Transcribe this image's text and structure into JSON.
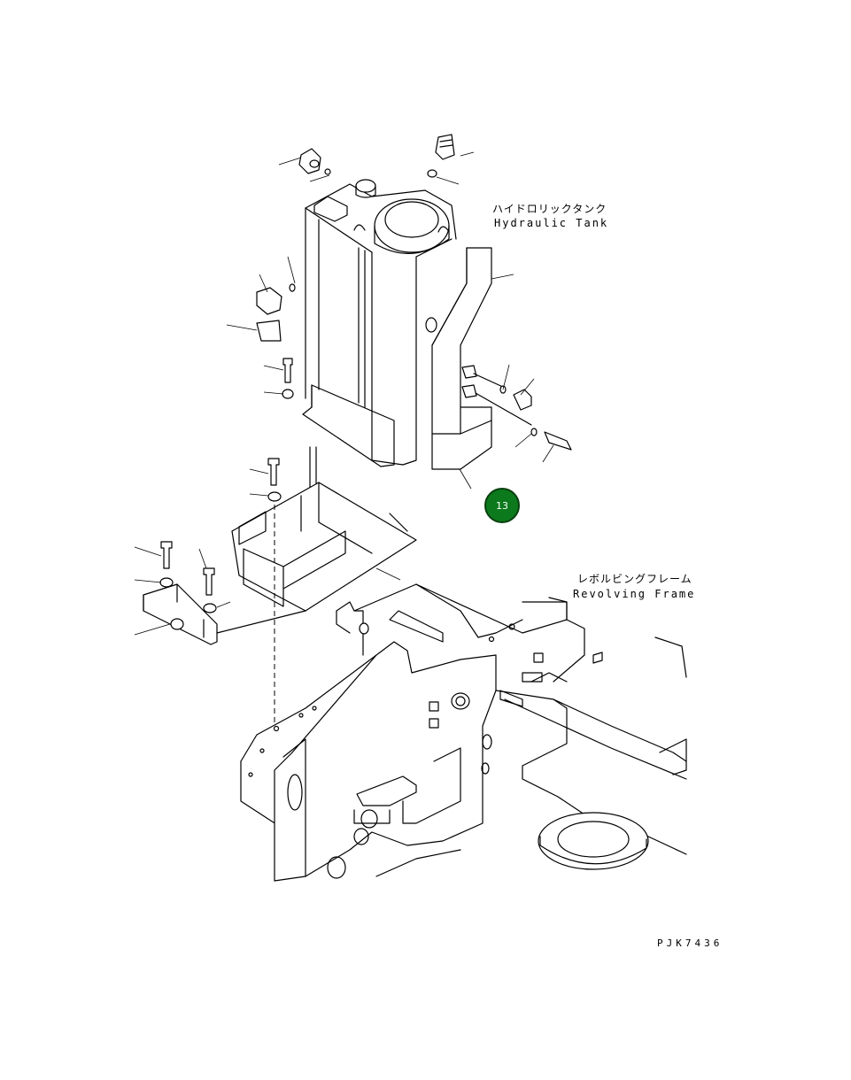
{
  "labels": {
    "hydraulic_tank_jp": "ハイドロリックタンク",
    "hydraulic_tank_en": "Hydraulic Tank",
    "revolving_frame_jp": "レボルビングフレーム",
    "revolving_frame_en": "Revolving Frame",
    "drawing_code": "PJK7436"
  },
  "callout": {
    "number": "13",
    "color": "#0c7a1c"
  }
}
